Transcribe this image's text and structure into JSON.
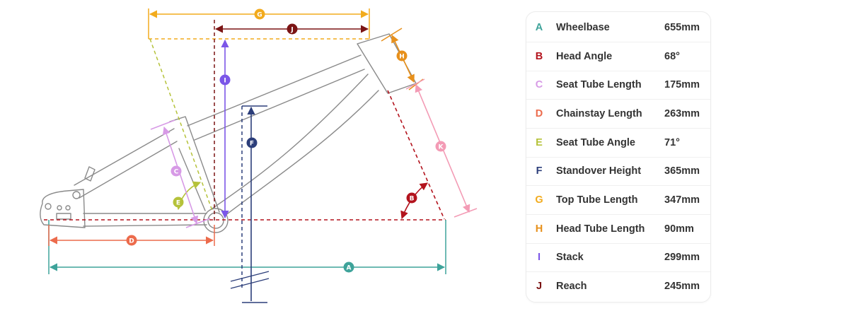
{
  "colors": {
    "A": "#3ea39a",
    "B": "#b3131d",
    "C": "#d79ae6",
    "D": "#ec6b4c",
    "E": "#b5c23a",
    "F": "#2c3e7a",
    "G": "#f2ab1d",
    "H": "#e7901b",
    "I": "#7b56e8",
    "J": "#7b1414",
    "K": "#f39bb5",
    "frame": "#8a8a8a"
  },
  "markers": [
    "A",
    "B",
    "C",
    "D",
    "E",
    "F",
    "G",
    "H",
    "I",
    "J",
    "K"
  ],
  "geometry_table": [
    {
      "letter": "A",
      "name": "Wheelbase",
      "value": "655mm"
    },
    {
      "letter": "B",
      "name": "Head Angle",
      "value": "68°"
    },
    {
      "letter": "C",
      "name": "Seat Tube Length",
      "value": "175mm"
    },
    {
      "letter": "D",
      "name": "Chainstay Length",
      "value": "263mm"
    },
    {
      "letter": "E",
      "name": "Seat Tube Angle",
      "value": "71°"
    },
    {
      "letter": "F",
      "name": "Standover Height",
      "value": "365mm"
    },
    {
      "letter": "G",
      "name": "Top Tube Length",
      "value": "347mm"
    },
    {
      "letter": "H",
      "name": "Head Tube Length",
      "value": "90mm"
    },
    {
      "letter": "I",
      "name": "Stack",
      "value": "299mm"
    },
    {
      "letter": "J",
      "name": "Reach",
      "value": "245mm"
    }
  ]
}
